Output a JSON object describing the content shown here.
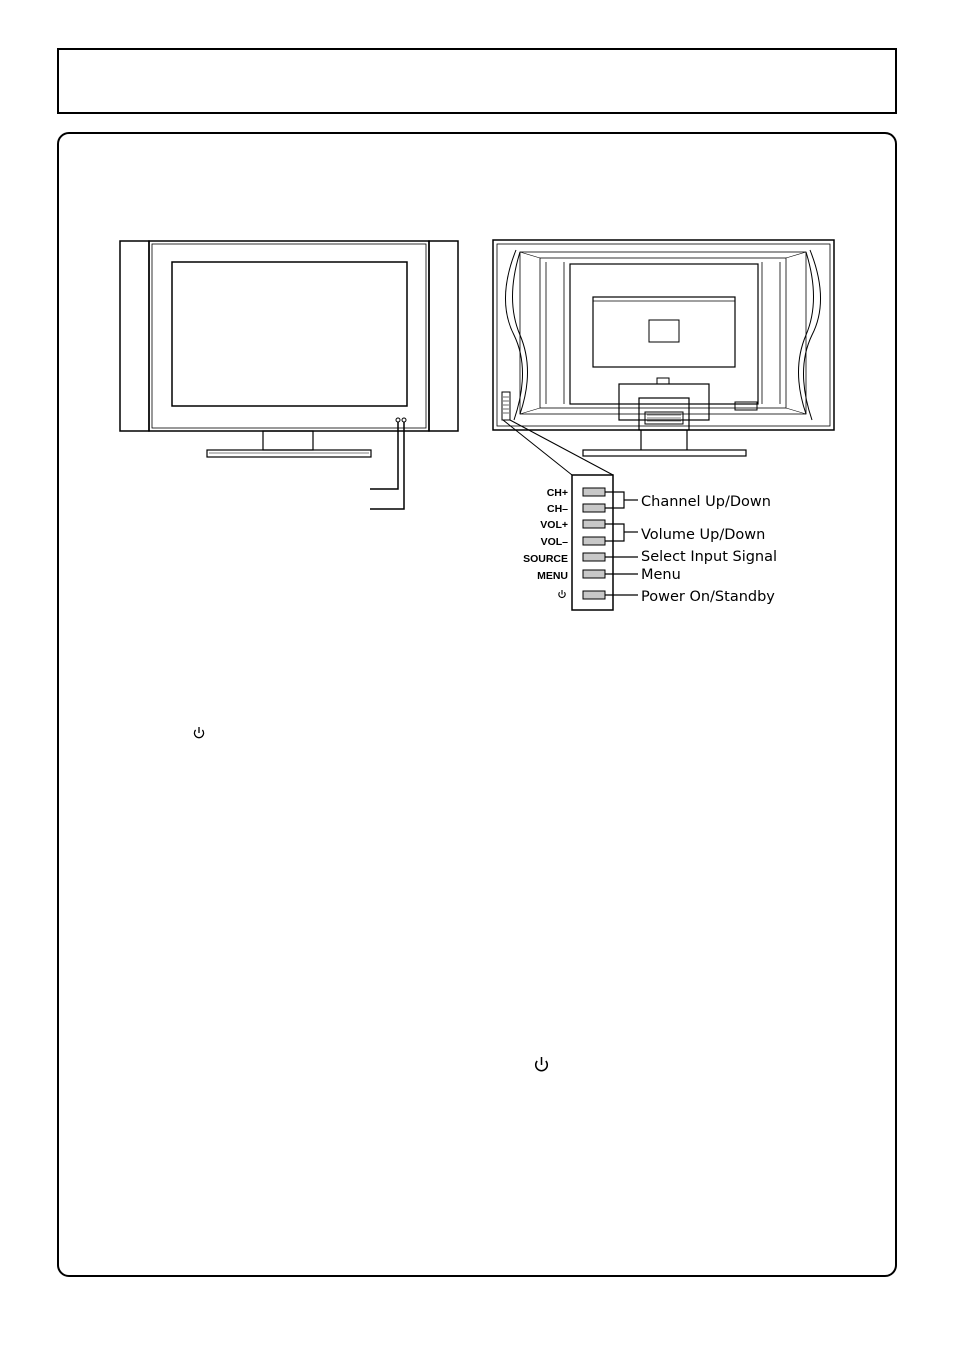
{
  "controls": {
    "labels": [
      {
        "id": "ch-plus",
        "text": "CH+"
      },
      {
        "id": "ch-minus",
        "text": "CH–"
      },
      {
        "id": "vol-plus",
        "text": "VOL+"
      },
      {
        "id": "vol-minus",
        "text": "VOL–"
      },
      {
        "id": "source",
        "text": "SOURCE"
      },
      {
        "id": "menu",
        "text": "MENU"
      }
    ],
    "power_icon": "power-icon"
  },
  "callouts": {
    "channel": "Channel Up/Down",
    "volume": "Volume Up/Down",
    "source": "Select Input Signal",
    "menu": "Menu",
    "power": "Power On/Standby"
  },
  "icons": [
    "power-icon"
  ]
}
